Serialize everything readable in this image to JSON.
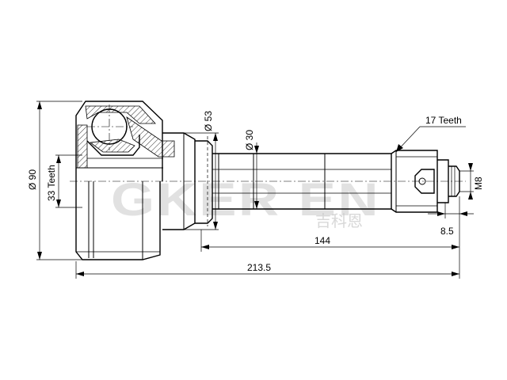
{
  "drawing": {
    "dimensions": {
      "d_outer": "Ø 90",
      "d_boot": "Ø 53",
      "d_shaft": "Ø 30",
      "len_shaft": "144",
      "len_total": "213.5",
      "thread_len": "8.5",
      "thread": "M8"
    },
    "labels": {
      "outer_teeth": "33 Teeth",
      "shaft_teeth": "17 Teeth"
    },
    "watermark": {
      "latin": "GKER EN",
      "chinese": "吉科恩"
    }
  }
}
